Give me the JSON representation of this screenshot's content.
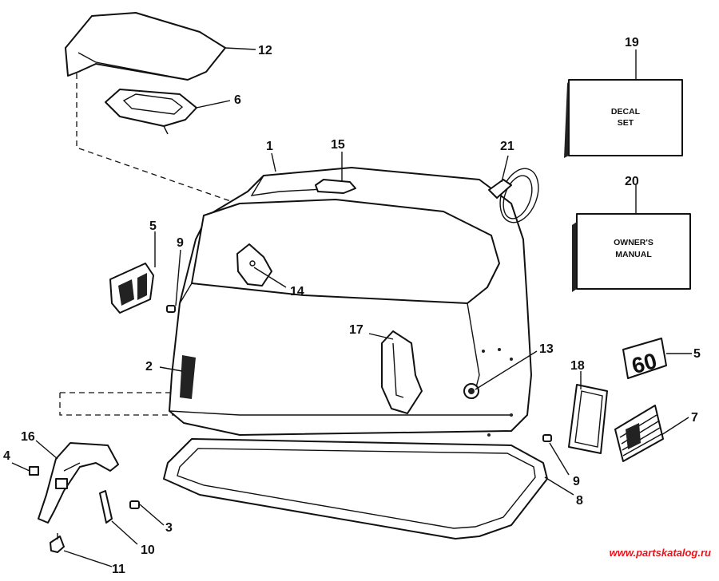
{
  "callouts": {
    "c1": "1",
    "c2": "2",
    "c3": "3",
    "c4": "4",
    "c5a": "5",
    "c5b": "5",
    "c6": "6",
    "c7": "7",
    "c8": "8",
    "c9a": "9",
    "c9b": "9",
    "c10": "10",
    "c11": "11",
    "c12": "12",
    "c13": "13",
    "c14": "14",
    "c15": "15",
    "c16": "16",
    "c17": "17",
    "c18": "18",
    "c19": "19",
    "c20": "20",
    "c21": "21"
  },
  "decal_box": {
    "line1": "DECAL",
    "line2": "SET"
  },
  "manual_box": {
    "line1": "OWNER'S",
    "line2": "MANUAL"
  },
  "badge_text": "60",
  "watermark": {
    "text": "www.partskatalog.ru",
    "color": "#e8141c"
  }
}
